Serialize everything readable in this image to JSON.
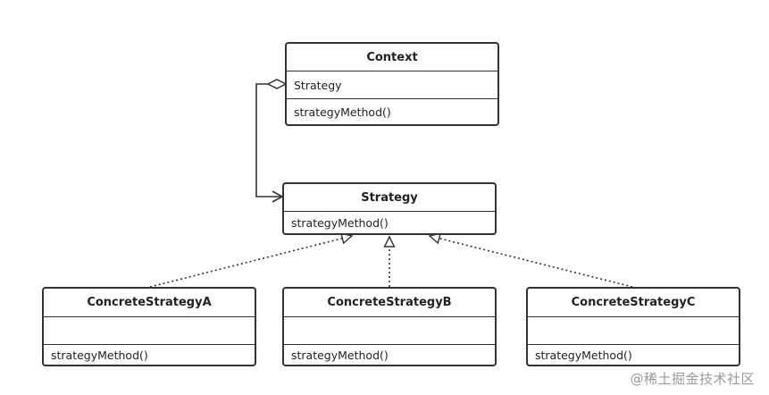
{
  "context": {
    "name": "Context",
    "attribute": "Strategy",
    "method": "strategyMethod()"
  },
  "strategy": {
    "name": "Strategy",
    "method": "strategyMethod()"
  },
  "concrete": [
    {
      "name": "ConcreteStrategyA",
      "attribute": "",
      "method": "strategyMethod()"
    },
    {
      "name": "ConcreteStrategyB",
      "attribute": "",
      "method": "strategyMethod()"
    },
    {
      "name": "ConcreteStrategyC",
      "attribute": "",
      "method": "strategyMethod()"
    }
  ],
  "relations": [
    {
      "type": "aggregation",
      "from": "Context",
      "to": "Strategy"
    },
    {
      "type": "realization",
      "from": "ConcreteStrategyA",
      "to": "Strategy"
    },
    {
      "type": "realization",
      "from": "ConcreteStrategyB",
      "to": "Strategy"
    },
    {
      "type": "realization",
      "from": "ConcreteStrategyC",
      "to": "Strategy"
    }
  ],
  "watermark": "@稀土掘金技术社区",
  "colors": {
    "line": "#333333",
    "watermark": "#9a9a9a"
  }
}
